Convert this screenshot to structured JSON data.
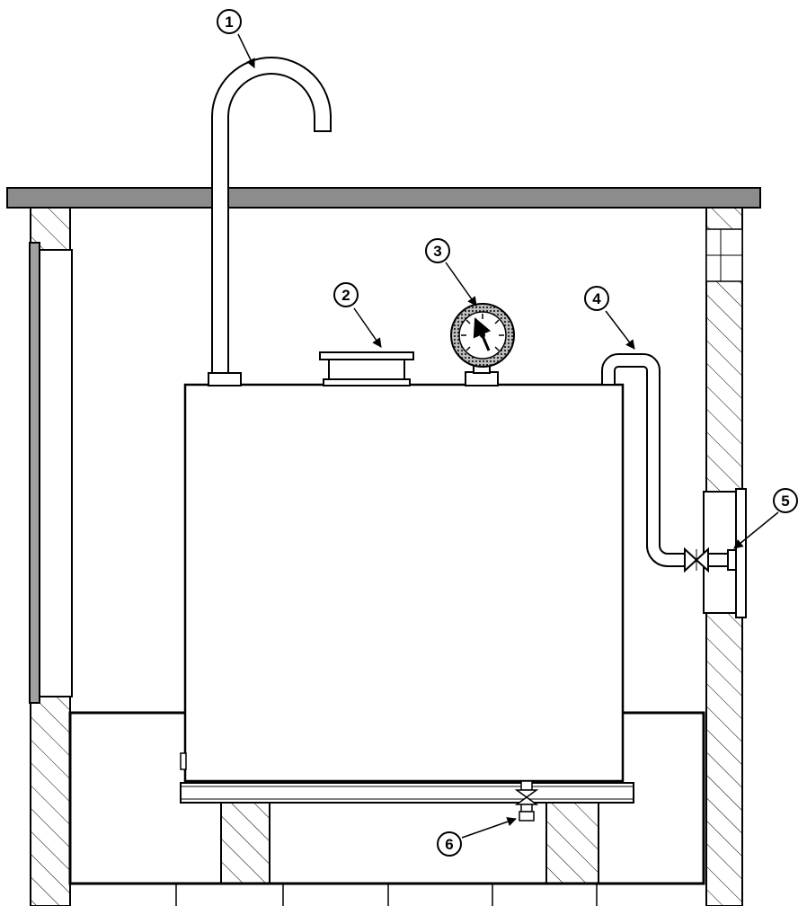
{
  "colors": {
    "stroke": "#000000",
    "slab_fill": "#8c8c8c",
    "door_fill": "#a0a0a0",
    "gauge_ring": "#6e6e6e",
    "background": "#ffffff"
  },
  "callouts": [
    {
      "id": "1",
      "label": "1",
      "part": "breather-pipe"
    },
    {
      "id": "2",
      "label": "2",
      "part": "inspection-hatch"
    },
    {
      "id": "3",
      "label": "3",
      "part": "pressure-gauge"
    },
    {
      "id": "4",
      "label": "4",
      "part": "fill-pipe"
    },
    {
      "id": "5",
      "label": "5",
      "part": "fill-connection"
    },
    {
      "id": "6",
      "label": "6",
      "part": "drain-valve"
    }
  ]
}
